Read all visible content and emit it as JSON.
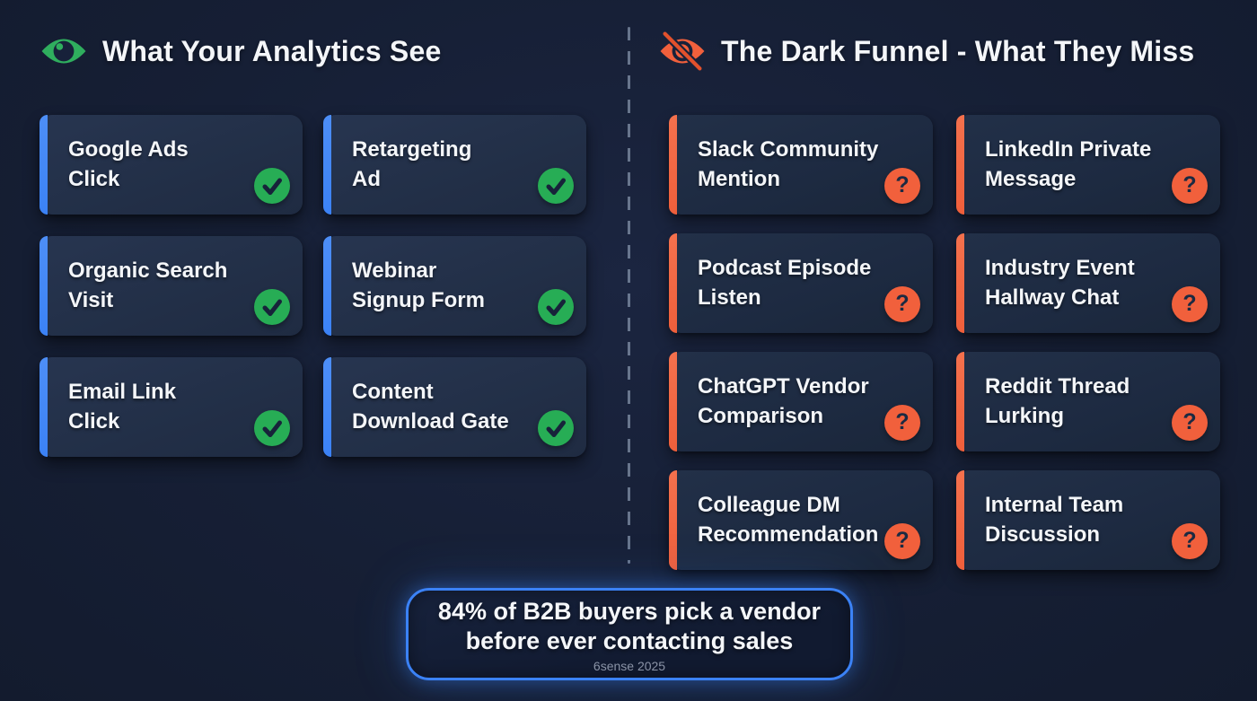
{
  "left_panel": {
    "title": "What Your Analytics See",
    "icon": "eye-icon",
    "accent_color": "#3b82f6",
    "badge_color": "#27ad55",
    "badge_meaning": "tracked",
    "cards": [
      {
        "label": "Google Ads\nClick"
      },
      {
        "label": "Retargeting\nAd"
      },
      {
        "label": "Organic Search\nVisit"
      },
      {
        "label": "Webinar\nSignup Form"
      },
      {
        "label": "Email Link\nClick"
      },
      {
        "label": "Content\nDownload Gate"
      }
    ]
  },
  "right_panel": {
    "title": "The Dark Funnel - What They Miss",
    "icon": "eye-slash-icon",
    "accent_color": "#f1603c",
    "badge_color": "#f1603c",
    "badge_meaning": "invisible",
    "cards": [
      {
        "label": "Slack Community\nMention"
      },
      {
        "label": "LinkedIn Private\nMessage"
      },
      {
        "label": "Podcast Episode\nListen"
      },
      {
        "label": "Industry Event\nHallway Chat"
      },
      {
        "label": "ChatGPT Vendor\nComparison"
      },
      {
        "label": "Reddit Thread\nLurking"
      },
      {
        "label": "Colleague DM\nRecommendation"
      },
      {
        "label": "Internal Team\nDiscussion"
      }
    ]
  },
  "stat_box": {
    "line1": "84% of B2B buyers pick a vendor",
    "line2": "before ever contacting sales",
    "source": "6sense 2025",
    "border_color": "#3b82f6"
  },
  "colors": {
    "background": "#161f35",
    "card_analytics_bg": "#233149",
    "card_dark_bg": "#1d2a41",
    "check_green": "#27ad55",
    "orange": "#f1603c",
    "blue": "#3b82f6"
  },
  "badges": {
    "question_glyph": "?"
  }
}
